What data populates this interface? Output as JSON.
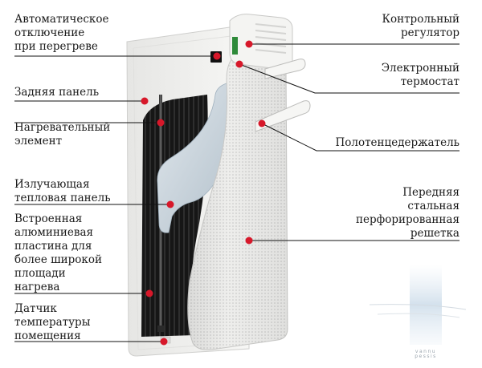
{
  "labels": {
    "auto_shutoff": "Автоматическое\nотключение\nпри перегреве",
    "back_panel": "Задняя панель",
    "heating_element": "Нагревательный\nэлемент",
    "radiant_panel": "Излучающая\nтепловая панель",
    "aluminium_plate": "Встроенная\nалюминиевая\nпластина для\nболее широкой\nплощади\nнагрева",
    "room_sensor": "Датчик\nтемпературы\nпомещения",
    "control_knob": "Контрольный\nрегулятор",
    "thermostat": "Электронный\nтермостат",
    "towel_holder": "Полотенцедержатель",
    "front_grille": "Передняя\nстальная\nперфорированная\nрешетка"
  },
  "watermark": {
    "line1": "vannu",
    "line2": "pessis"
  },
  "colors": {
    "marker": "#d7182a",
    "leader": "#111111",
    "panel_back": "#f3f3f1",
    "panel_black": "#161616",
    "grille": "#eeeeec",
    "grille_dot": "#c4c4c4",
    "radiant_sheet": "#c9d4dd"
  }
}
